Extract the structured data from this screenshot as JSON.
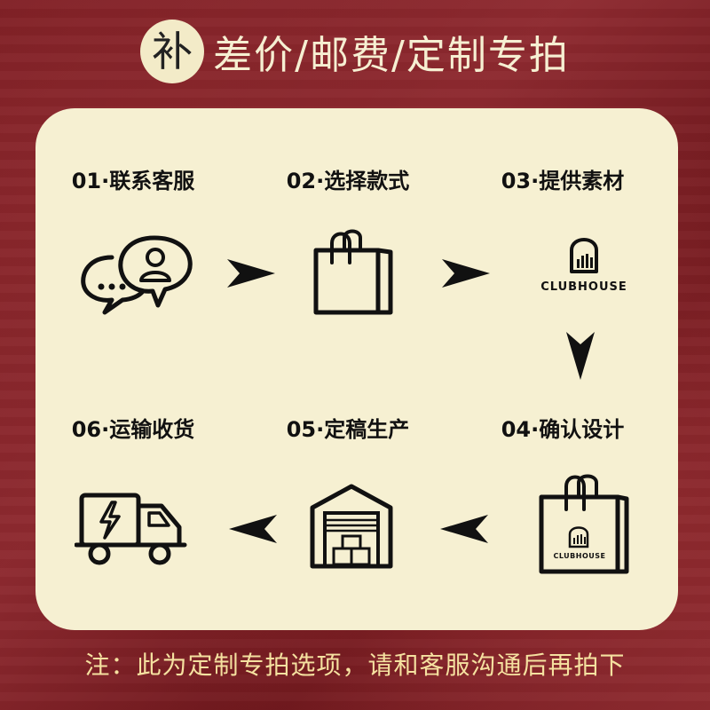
{
  "title": {
    "badge": "补",
    "text": "差价/邮费/定制专拍"
  },
  "steps": [
    {
      "label": "01·联系客服",
      "icon": "chat-bubbles-icon"
    },
    {
      "label": "02·选择款式",
      "icon": "shopping-bag-icon"
    },
    {
      "label": "03·提供素材",
      "icon": "clubhouse-logo-icon"
    },
    {
      "label": "04·确认设计",
      "icon": "clubhouse-bag-icon"
    },
    {
      "label": "05·定稿生产",
      "icon": "warehouse-icon"
    },
    {
      "label": "06·运输收货",
      "icon": "delivery-truck-icon"
    }
  ],
  "brand": {
    "logo_text": "CLUBHOUSE"
  },
  "footer": {
    "note": "注：此为定制专拍选项，请和客服沟通后再拍下"
  },
  "colors": {
    "background": "#7a1c22",
    "card": "#f6f0d2",
    "footer_text": "#f5e1a0",
    "title_text": "#f6efd2"
  }
}
